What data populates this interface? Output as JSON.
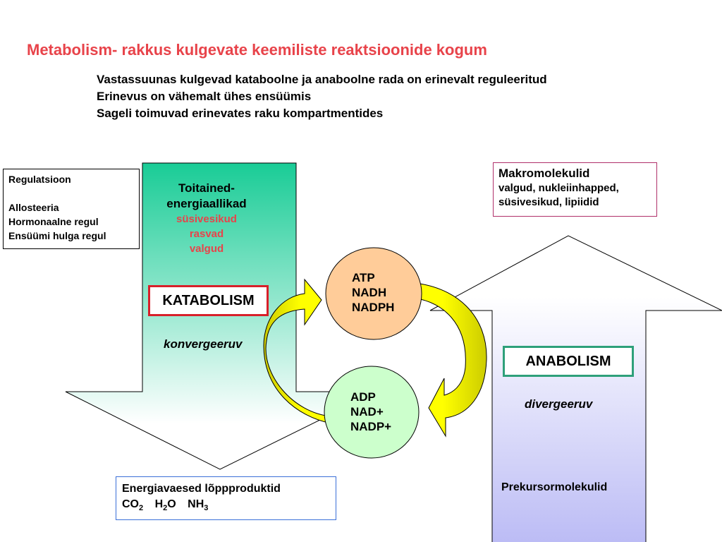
{
  "title": "Metabolism- rakkus kulgevate keemiliste reaktsioonide kogum",
  "subtitle_lines": [
    "Vastassuunas kulgevad kataboolne ja anaboolne rada on erinevalt reguleeritud",
    "Erinevus on vähemalt ühes ensüümis",
    "Sageli toimuvad erinevates raku kompartmentides"
  ],
  "regulation": {
    "heading": "Regulatsioon",
    "items": [
      "Allosteeria",
      "Hormonaalne regul",
      "Ensüümi hulga regul"
    ]
  },
  "catabolism": {
    "source_heading_1": "Toitained-",
    "source_heading_2": "energiaallikad",
    "source_items": [
      "süsivesikud",
      "rasvad",
      "valgud"
    ],
    "label": "KATABOLISM",
    "mode": "konvergeeruv",
    "products_heading": "Energiavaesed lõppproduktid",
    "products": [
      {
        "base": "CO",
        "sub": "2",
        "rest": ""
      },
      {
        "base": "H",
        "sub": "2",
        "rest": "O"
      },
      {
        "base": "NH",
        "sub": "3",
        "rest": ""
      }
    ]
  },
  "anabolism": {
    "macro_heading": "Makromolekulid",
    "macro_line_1": "valgud, nukleiinhapped,",
    "macro_line_2": "süsivesikud, lipiidid",
    "label": "ANABOLISM",
    "mode": "divergeeruv",
    "precursors": "Prekursormolekulid"
  },
  "high_energy": [
    "ATP",
    "NADH",
    "NADPH"
  ],
  "low_energy": [
    "ADP",
    "NAD+",
    "NADP+"
  ],
  "colors": {
    "title": "#e8434a",
    "catabolism_arrow_top": "#19cc96",
    "catabolism_arrow_bottom": "#ffffff",
    "anabolism_arrow_top": "#ffffff",
    "anabolism_arrow_bottom": "#bcbcf5",
    "atp_circle": "#ffcc99",
    "adp_circle": "#ccffcc",
    "cycle_arrow_light": "#ffff00",
    "cycle_arrow_dark": "#cccc00"
  }
}
